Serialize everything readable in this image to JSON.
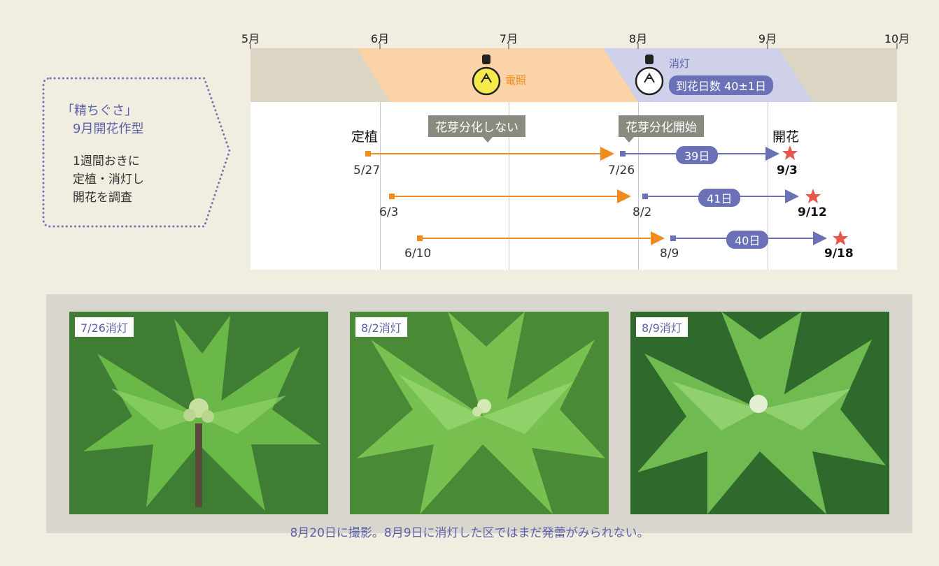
{
  "timeline": {
    "months": [
      "5月",
      "6月",
      "7月",
      "8月",
      "9月",
      "10月"
    ],
    "lighting_label": "電照",
    "lights_off_label": "消灯",
    "days_to_flower_badge": "到花日数 40±1日"
  },
  "callout": {
    "title_line1": "「精ちぐさ」",
    "title_line2": "9月開花作型",
    "body_line1": "1週間おきに",
    "body_line2": "定植・消灯し",
    "body_line3": "開花を調査"
  },
  "stages": {
    "planting": "定植",
    "no_differentiation": "花芽分化しない",
    "differentiation_start": "花芽分化開始",
    "flowering": "開花"
  },
  "rows": [
    {
      "plant_date": "5/27",
      "lights_off_date": "7/26",
      "days": "39日",
      "flower_date": "9/3"
    },
    {
      "plant_date": "6/3",
      "lights_off_date": "8/2",
      "days": "41日",
      "flower_date": "9/12"
    },
    {
      "plant_date": "6/10",
      "lights_off_date": "8/9",
      "days": "40日",
      "flower_date": "9/18"
    }
  ],
  "photos": [
    {
      "label": "7/26消灯"
    },
    {
      "label": "8/2消灯"
    },
    {
      "label": "8/9消灯"
    }
  ],
  "caption": "8月20日に撮影。8月9日に消灯した区ではまだ発蕾がみられない。",
  "colors": {
    "orange": "#f08c1e",
    "blue": "#6b71b7",
    "star": "#e8574a",
    "lighting_band": "#fbd3a6",
    "off_band": "#cfd1ea"
  }
}
